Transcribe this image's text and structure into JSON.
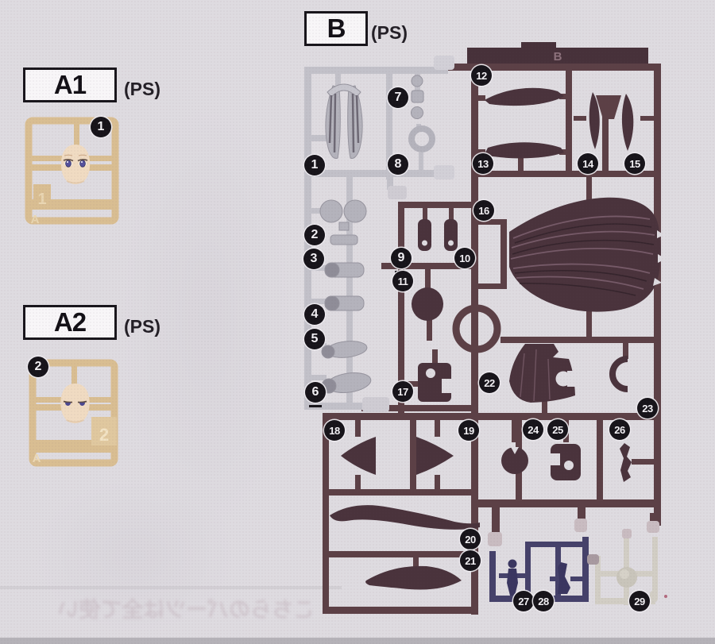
{
  "page": {
    "bg": "#dedbe0",
    "ghost_text": "こちらのパーツは全て使い"
  },
  "labels": {
    "a1": {
      "code": "A1",
      "material": "(PS)"
    },
    "a2": {
      "code": "A2",
      "material": "(PS)"
    },
    "b": {
      "code": "B",
      "material": "(PS)"
    }
  },
  "runner_a1": {
    "badge": "1",
    "molded_number": "1",
    "molded_letter": "A"
  },
  "runner_a2": {
    "badge": "2",
    "molded_number": "2",
    "molded_letter": "A"
  },
  "runner_b": {
    "tag_letter": "B",
    "badges": [
      {
        "num": "1"
      },
      {
        "num": "2"
      },
      {
        "num": "3"
      },
      {
        "num": "4"
      },
      {
        "num": "5"
      },
      {
        "num": "6",
        "underline": true
      },
      {
        "num": "7"
      },
      {
        "num": "8"
      },
      {
        "num": "9",
        "underline": true
      },
      {
        "num": "10"
      },
      {
        "num": "11"
      },
      {
        "num": "12"
      },
      {
        "num": "13"
      },
      {
        "num": "14"
      },
      {
        "num": "15"
      },
      {
        "num": "16"
      },
      {
        "num": "17"
      },
      {
        "num": "18"
      },
      {
        "num": "19"
      },
      {
        "num": "20"
      },
      {
        "num": "21"
      },
      {
        "num": "22"
      },
      {
        "num": "23"
      },
      {
        "num": "24"
      },
      {
        "num": "25"
      },
      {
        "num": "26"
      },
      {
        "num": "27"
      },
      {
        "num": "28"
      },
      {
        "num": "29"
      }
    ]
  },
  "colors": {
    "runner_a_tan": "#d9be92",
    "runner_b_dark_frame": "#5c4046",
    "runner_b_part_plum": "#4a333c",
    "runner_b_light_gray": "#c2c1c9",
    "runner_b_blue": "#45416a",
    "runner_b_pale": "#d2cec5",
    "badge_black": "#17141a",
    "skin": "#f0dbc2"
  }
}
